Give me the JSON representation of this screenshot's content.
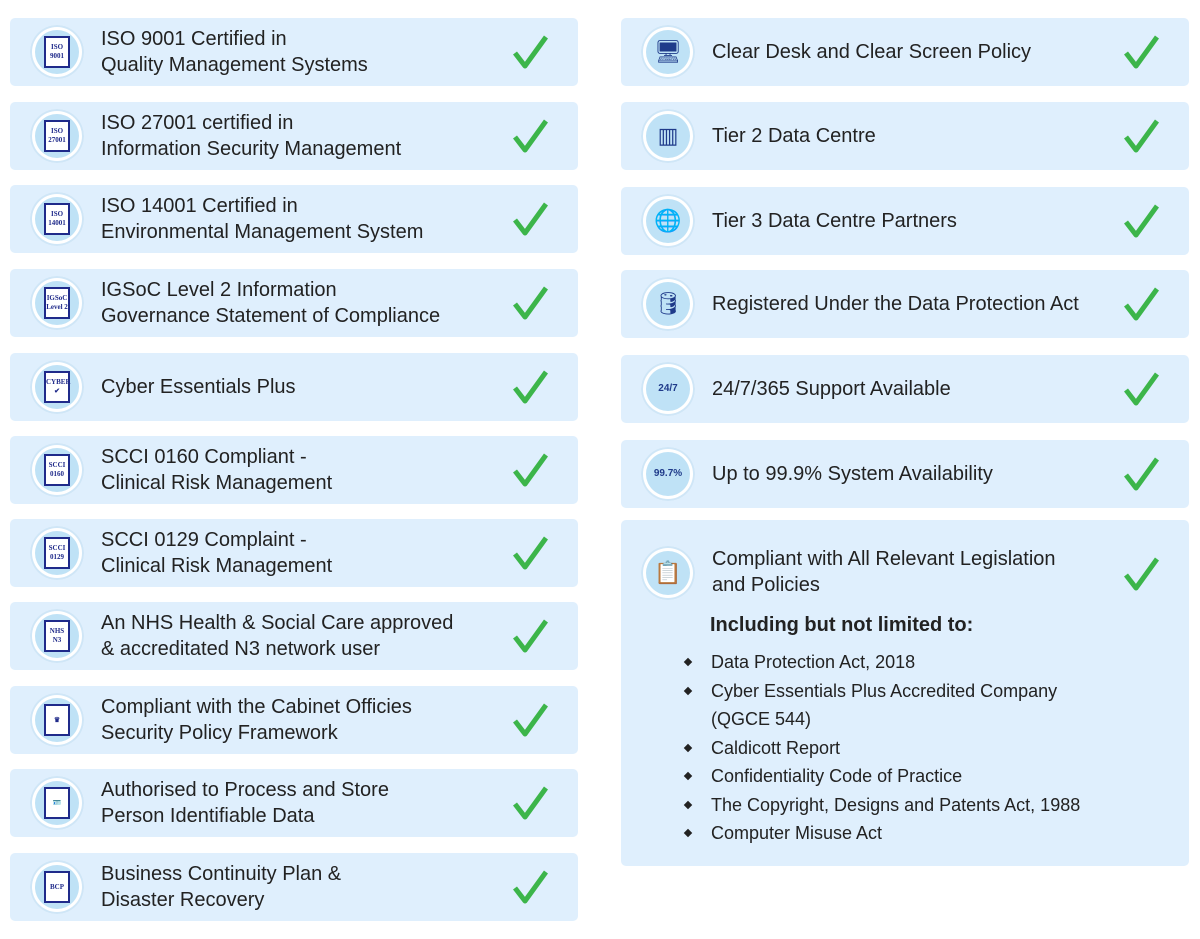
{
  "colors": {
    "card_bg": "#dfeffd",
    "check": "#3cb54a",
    "icon_blue": "#1f2a8a"
  },
  "left": [
    {
      "icon": "iso-9001-icon",
      "icon_text": [
        "ISO",
        "9001"
      ],
      "lines": [
        "ISO 9001 Certified in",
        "Quality Management Systems"
      ]
    },
    {
      "icon": "iso-27001-icon",
      "icon_text": [
        "ISO",
        "27001"
      ],
      "lines": [
        "ISO 27001 certified in",
        "Information Security Management"
      ]
    },
    {
      "icon": "iso-14001-icon",
      "icon_text": [
        "ISO",
        "14001"
      ],
      "lines": [
        "ISO 14001 Certified in",
        "Environmental Management System"
      ]
    },
    {
      "icon": "igsoc-icon",
      "icon_text": [
        "IGSoC",
        "Level 2"
      ],
      "lines": [
        "IGSoC Level 2 Information",
        "Governance Statement of Compliance"
      ]
    },
    {
      "icon": "cyber-essentials-icon",
      "icon_text": [
        "CYBER",
        "✔"
      ],
      "lines": [
        "Cyber Essentials Plus",
        ""
      ]
    },
    {
      "icon": "scci-0160-icon",
      "icon_text": [
        "SCCI",
        "0160"
      ],
      "lines": [
        "SCCI 0160 Compliant -",
        "Clinical Risk Management"
      ]
    },
    {
      "icon": "scci-0129-icon",
      "icon_text": [
        "SCCI",
        "0129"
      ],
      "lines": [
        "SCCI 0129 Complaint -",
        "Clinical Risk Management"
      ]
    },
    {
      "icon": "nhs-n3-icon",
      "icon_text": [
        "NHS",
        "N3"
      ],
      "lines": [
        "An NHS Health & Social Care approved",
        "& accreditated N3 network user"
      ]
    },
    {
      "icon": "cabinet-office-crest-icon",
      "icon_text": [
        "♛",
        ""
      ],
      "lines": [
        "Compliant with the Cabinet Officies",
        "Security Policy Framework"
      ]
    },
    {
      "icon": "id-card-gavel-icon",
      "icon_text": [
        "🪪",
        ""
      ],
      "lines": [
        "Authorised to Process and Store",
        "Person Identifiable Data"
      ]
    },
    {
      "icon": "bcp-icon",
      "icon_text": [
        "BCP",
        ""
      ],
      "lines": [
        "Business Continuity Plan &",
        "Disaster Recovery"
      ]
    }
  ],
  "right": [
    {
      "icon": "clear-desk-icon",
      "glyph": "🖥",
      "lines": [
        "Clear Desk and Clear Screen Policy",
        ""
      ]
    },
    {
      "icon": "server-icon",
      "glyph": "▥",
      "lines": [
        "Tier 2 Data Centre",
        ""
      ]
    },
    {
      "icon": "globe-icon",
      "glyph": "🌐",
      "lines": [
        "Tier 3 Data Centre Partners",
        ""
      ]
    },
    {
      "icon": "database-lock-icon",
      "glyph": "🛢",
      "lines": [
        "Registered Under the Data Protection Act",
        ""
      ]
    },
    {
      "icon": "support-24-7-icon",
      "glyph": "24/7",
      "lines": [
        "24/7/365 Support Available",
        ""
      ]
    },
    {
      "icon": "availability-icon",
      "glyph": "99.7%",
      "lines": [
        "Up to 99.9% System Availability",
        ""
      ]
    }
  ],
  "legislation": {
    "icon": "clipboard-check-icon",
    "glyph": "📋",
    "lines": [
      "Compliant with All Relevant Legislation",
      "and Policies"
    ],
    "subtitle": "Including but not limited to:",
    "items": [
      "Data Protection Act, 2018",
      "Cyber Essentials Plus Accredited Company (QGCE 544)",
      "Caldicott Report",
      "Confidentiality Code of Practice",
      "The Copyright, Designs and Patents Act, 1988",
      "Computer Misuse Act"
    ]
  }
}
